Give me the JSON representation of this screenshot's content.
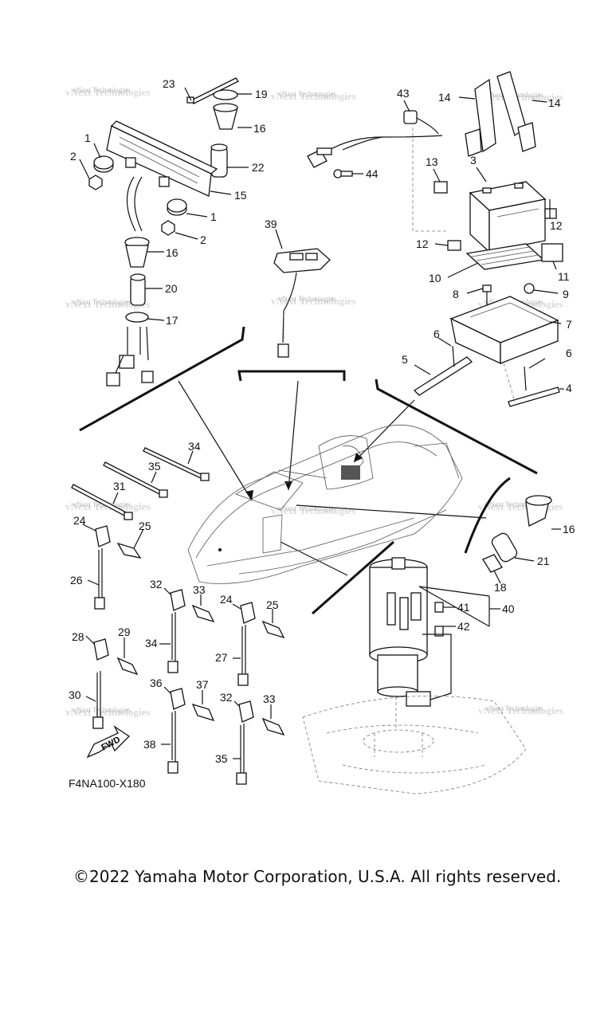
{
  "diagram": {
    "code": "F4NA100-X180",
    "fwd_label": "FWD",
    "watermark": "vNext Technologies",
    "callouts": [
      {
        "id": "c23",
        "label": "23"
      },
      {
        "id": "c19",
        "label": "19"
      },
      {
        "id": "c16a",
        "label": "16"
      },
      {
        "id": "c22",
        "label": "22"
      },
      {
        "id": "c1a",
        "label": "1"
      },
      {
        "id": "c2a",
        "label": "2"
      },
      {
        "id": "c15",
        "label": "15"
      },
      {
        "id": "c1b",
        "label": "1"
      },
      {
        "id": "c2b",
        "label": "2"
      },
      {
        "id": "c16b",
        "label": "16"
      },
      {
        "id": "c20",
        "label": "20"
      },
      {
        "id": "c17",
        "label": "17"
      },
      {
        "id": "c39",
        "label": "39"
      },
      {
        "id": "c43",
        "label": "43"
      },
      {
        "id": "c44",
        "label": "44"
      },
      {
        "id": "c14a",
        "label": "14"
      },
      {
        "id": "c14b",
        "label": "14"
      },
      {
        "id": "c13",
        "label": "13"
      },
      {
        "id": "c3",
        "label": "3"
      },
      {
        "id": "c12a",
        "label": "12"
      },
      {
        "id": "c12b",
        "label": "12"
      },
      {
        "id": "c10",
        "label": "10"
      },
      {
        "id": "c11",
        "label": "11"
      },
      {
        "id": "c8",
        "label": "8"
      },
      {
        "id": "c9",
        "label": "9"
      },
      {
        "id": "c7",
        "label": "7"
      },
      {
        "id": "c6a",
        "label": "6"
      },
      {
        "id": "c5",
        "label": "5"
      },
      {
        "id": "c6b",
        "label": "6"
      },
      {
        "id": "c4",
        "label": "4"
      },
      {
        "id": "c34a",
        "label": "34"
      },
      {
        "id": "c35a",
        "label": "35"
      },
      {
        "id": "c31",
        "label": "31"
      },
      {
        "id": "c24a",
        "label": "24"
      },
      {
        "id": "c25a",
        "label": "25"
      },
      {
        "id": "c26",
        "label": "26"
      },
      {
        "id": "c32a",
        "label": "32"
      },
      {
        "id": "c33a",
        "label": "33"
      },
      {
        "id": "c34b",
        "label": "34"
      },
      {
        "id": "c24b",
        "label": "24"
      },
      {
        "id": "c25b",
        "label": "25"
      },
      {
        "id": "c27",
        "label": "27"
      },
      {
        "id": "c28",
        "label": "28"
      },
      {
        "id": "c29",
        "label": "29"
      },
      {
        "id": "c30",
        "label": "30"
      },
      {
        "id": "c36",
        "label": "36"
      },
      {
        "id": "c37",
        "label": "37"
      },
      {
        "id": "c38",
        "label": "38"
      },
      {
        "id": "c32b",
        "label": "32"
      },
      {
        "id": "c33b",
        "label": "33"
      },
      {
        "id": "c35b",
        "label": "35"
      },
      {
        "id": "c16c",
        "label": "16"
      },
      {
        "id": "c21",
        "label": "21"
      },
      {
        "id": "c18",
        "label": "18"
      },
      {
        "id": "c41",
        "label": "41"
      },
      {
        "id": "c40",
        "label": "40"
      },
      {
        "id": "c42",
        "label": "42"
      }
    ]
  },
  "copyright": "©2022 Yamaha Motor Corporation, U.S.A. All rights reserved."
}
